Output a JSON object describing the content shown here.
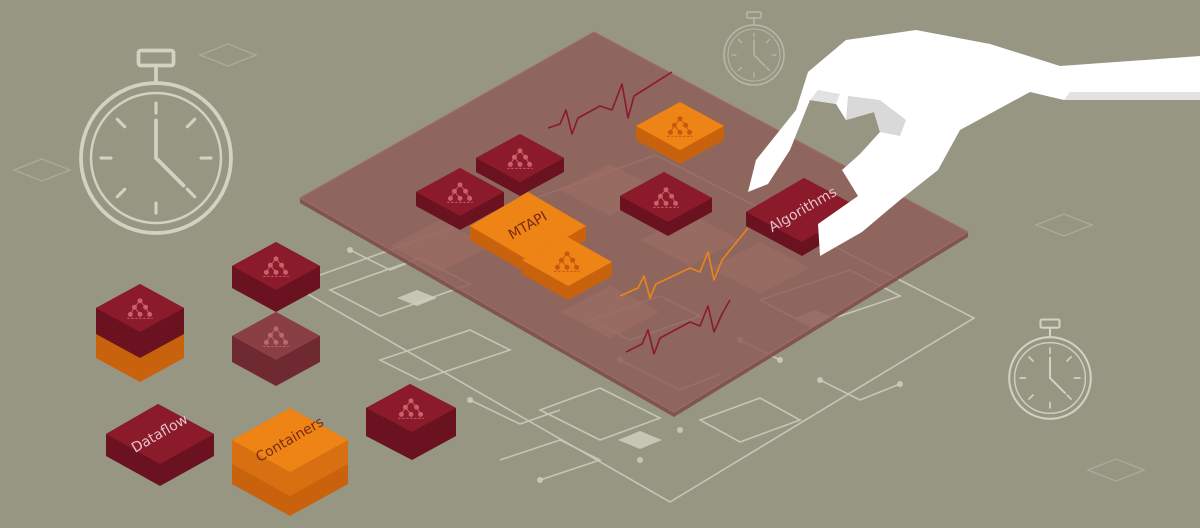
{
  "colors": {
    "background": "#979683",
    "board": "#8c5852",
    "crimson": "#8b1a2b",
    "crimson_side": "#6a1220",
    "orange": "#ef8416",
    "orange_side": "#c9620c",
    "muted_crimson": "#8a3f45",
    "line_light": "#d2d1c2",
    "pulse_dark": "#8b1a2b",
    "pulse_orange": "#ef8416",
    "hand": "#ffffff",
    "hand_shadow": "#d9d9d9",
    "label_dark": "#e3c3c7",
    "label_orange": "#7a2a10"
  },
  "labels": {
    "mtapi": "MTAPI",
    "algorithms": "Algorithms",
    "dataflow": "Dataflow",
    "containers": "Containers"
  },
  "icons": {
    "stopwatch": "stopwatch-icon",
    "graph": "task-graph-icon"
  }
}
